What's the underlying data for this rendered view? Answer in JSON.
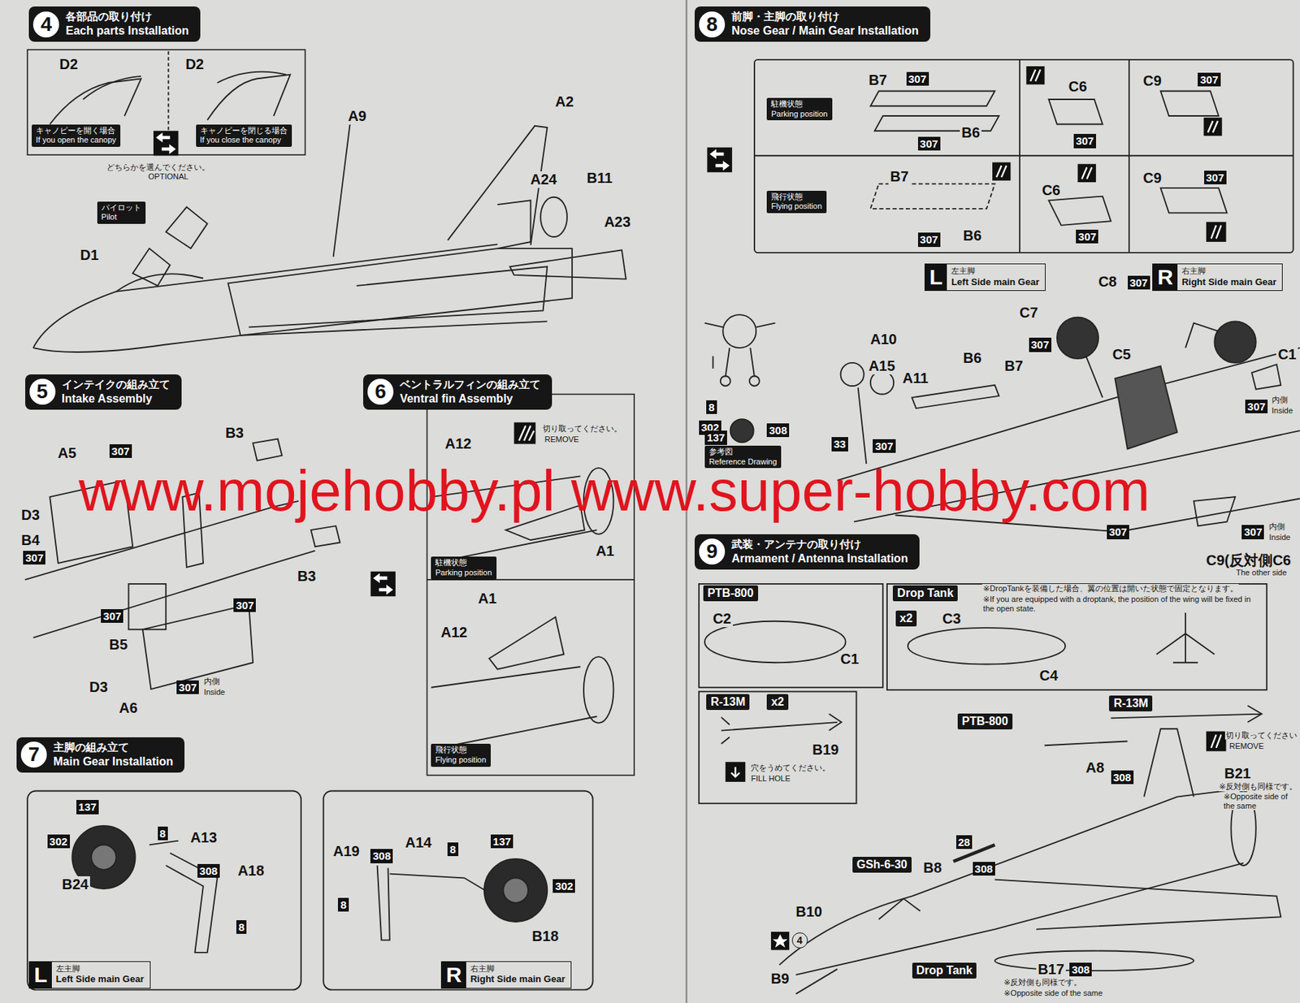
{
  "diagram": {
    "nodes": [
      {
        "text": [
          "4",
          "各部品の取り付け",
          "Each parts Installation"
        ]
      },
      {
        "text": [
          "5",
          "インテイクの組み立て",
          "Intake Assembly"
        ]
      },
      {
        "text": [
          "6",
          "ベントラルフィンの組み立て",
          "Ventral fin Assembly"
        ]
      },
      {
        "text": [
          "7",
          "主脚の組み立て",
          "Main Gear Installation"
        ]
      },
      {
        "text": [
          "8",
          "前脚・主脚の取り付け",
          "Nose Gear / Main Gear Installation"
        ]
      },
      {
        "text": [
          "9",
          "武装・アンテナの取り付け",
          "Armament / Antenna Installation"
        ]
      },
      {
        "text": [
          "キャノピーを開く場合",
          "If you open the canopy"
        ]
      },
      {
        "text": [
          "キャノピーを閉じる場合",
          "If you close the canopy"
        ]
      },
      {
        "text": [
          "パイロット",
          "Pilot"
        ]
      },
      {
        "text": [
          "駐機状態",
          "Parking position"
        ]
      },
      {
        "text": [
          "飛行状態",
          "Flying position"
        ]
      },
      {
        "text": [
          "L",
          "左主脚",
          "Left Side main Gear"
        ]
      },
      {
        "text": [
          "R",
          "右主脚",
          "Right Side main Gear"
        ]
      },
      {
        "text": [
          "駐機状態",
          "Parking position"
        ]
      },
      {
        "text": [
          "飛行状態",
          "Flying position"
        ]
      },
      {
        "text": [
          "L",
          "左主脚",
          "Left Side main Gear"
        ]
      },
      {
        "text": [
          "R",
          "右主脚",
          "Right Side main Gear"
        ]
      },
      {
        "text": [
          "参考図",
          "Reference Drawing"
        ]
      },
      {
        "text": [
          "PTB-800"
        ]
      },
      {
        "text": [
          "Drop Tank"
        ]
      },
      {
        "text": [
          "x2"
        ]
      },
      {
        "text": [
          "R-13M"
        ]
      },
      {
        "text": [
          "x2"
        ]
      },
      {
        "text": [
          "PTB-800"
        ]
      },
      {
        "text": [
          "R-13M"
        ]
      },
      {
        "text": [
          "GSh-6-30"
        ]
      },
      {
        "text": [
          "Drop Tank"
        ]
      }
    ],
    "labels": [
      "D2",
      "D2",
      "どちらかを選んでください。",
      "OPTIONAL",
      "A9",
      "A2",
      "A24",
      "B11",
      "A23",
      "D1",
      "B3",
      "A5",
      "307",
      "D3",
      "B4",
      "307",
      "307",
      "307",
      "B5",
      "B3",
      "D3",
      "A6",
      "307",
      "内側",
      "Inside",
      "A12",
      "切り取ってください。",
      "REMOVE",
      "A1",
      "A1",
      "A12",
      "137",
      "8",
      "A13",
      "302",
      "308",
      "A18",
      "B24",
      "8",
      "A19",
      "308",
      "A14",
      "8",
      "137",
      "8",
      "302",
      "B18",
      "B7",
      "307",
      "B6",
      "307",
      "C6",
      "307",
      "C9",
      "307",
      "B7",
      "307",
      "B6",
      "C6",
      "307",
      "C9",
      "307",
      "C8",
      "307",
      "C7",
      "307",
      "A10",
      "A15",
      "A11",
      "B6",
      "B7",
      "C5",
      "C1",
      "307",
      "内側",
      "Inside",
      "8",
      "302",
      "308",
      "137",
      "33",
      "307",
      "307",
      "307",
      "内側",
      "Inside",
      "C9(反対側C6",
      "The other side",
      "※DropTankを装備した場合、翼の位置は開いた状態で固定となります。",
      "※If you are equipped with a droptank, the position of the wing will be fixed in the open state.",
      "C2",
      "C3",
      "C1",
      "C4",
      "B19",
      "穴をうめてください。",
      "FILL HOLE",
      "切り取ってください",
      "REMOVE",
      "A8",
      "308",
      "B21",
      "※反対側も同様です。",
      "※Opposite side of the same",
      "28",
      "308",
      "B8",
      "B10",
      "4",
      "B9",
      "※反対側も同様です。",
      "※Opposite side of the same",
      "B17",
      "308",
      "www.mojehobby.pl www.super-hobby.com"
    ]
  }
}
